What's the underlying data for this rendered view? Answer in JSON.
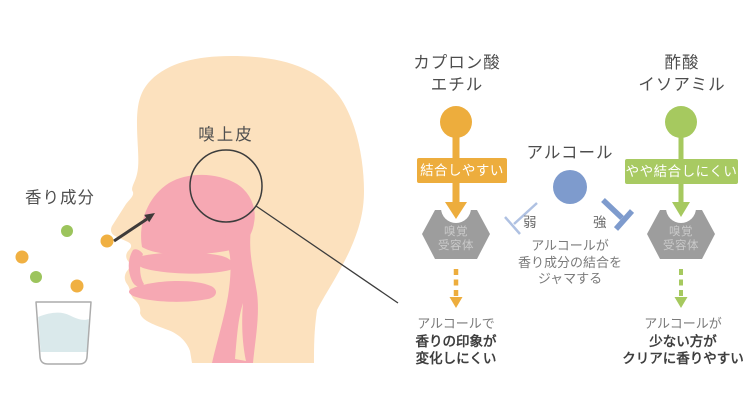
{
  "illustration": {
    "aroma_label": "香り成分",
    "epithelium_label": "嗅上皮",
    "particle_colors": [
      "orange",
      "green"
    ]
  },
  "diagram": {
    "left": {
      "title_line1": "カプロン酸",
      "title_line2": "エチル",
      "badge": "結合しやすい",
      "receptor_line1": "嗅覚",
      "receptor_line2": "受容体",
      "result_line1": "アルコールで",
      "result_line2": "香りの印象が",
      "result_line3": "変化しにくい"
    },
    "center": {
      "title": "アルコール",
      "weak_label": "弱",
      "strong_label": "強",
      "note_line1": "アルコールが",
      "note_line2": "香り成分の結合を",
      "note_line3": "ジャマする"
    },
    "right": {
      "title_line1": "酢酸",
      "title_line2": "イソアミル",
      "badge": "やや結合しにくい",
      "receptor_line1": "嗅覚",
      "receptor_line2": "受容体",
      "result_line1": "アルコールが",
      "result_line2": "少ない方が",
      "result_line3": "クリアに香りやすい"
    },
    "colors": {
      "skin": "#fce1be",
      "pink": "#f6a8b3",
      "orange": "#edad3d",
      "green": "#a6c95f",
      "blue": "#7e9bcd",
      "light_blue": "#afc1e2",
      "receptor_gray": "#9d9d9d",
      "liquid_blue": "#dae9eb"
    }
  }
}
